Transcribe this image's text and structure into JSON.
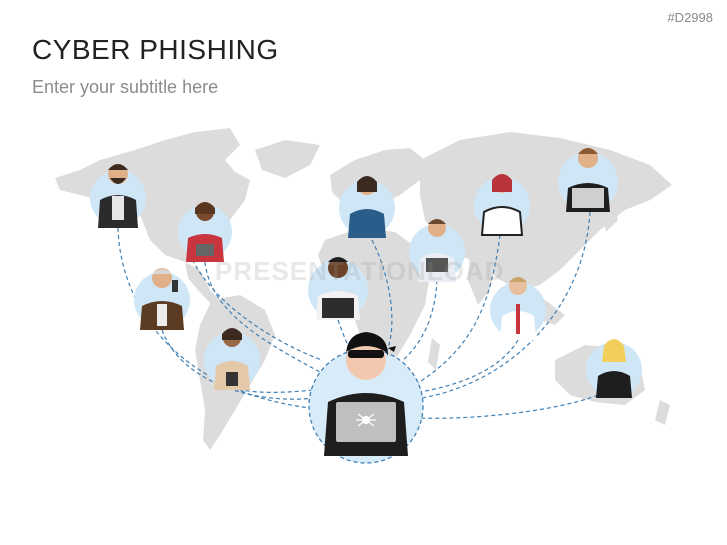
{
  "slide": {
    "code": "#D2998",
    "title": "CYBER PHISHING",
    "subtitle": "Enter your subtitle here",
    "watermark": "PRESENTATIONLOAD"
  },
  "colors": {
    "map": "#dcdcdc",
    "circle": "#cfe6f6",
    "hacker_circle": "#d8ebf8",
    "connector": "#3f7fb4"
  },
  "icons": {
    "hacker": "hacker-icon",
    "person": "person-icon"
  }
}
